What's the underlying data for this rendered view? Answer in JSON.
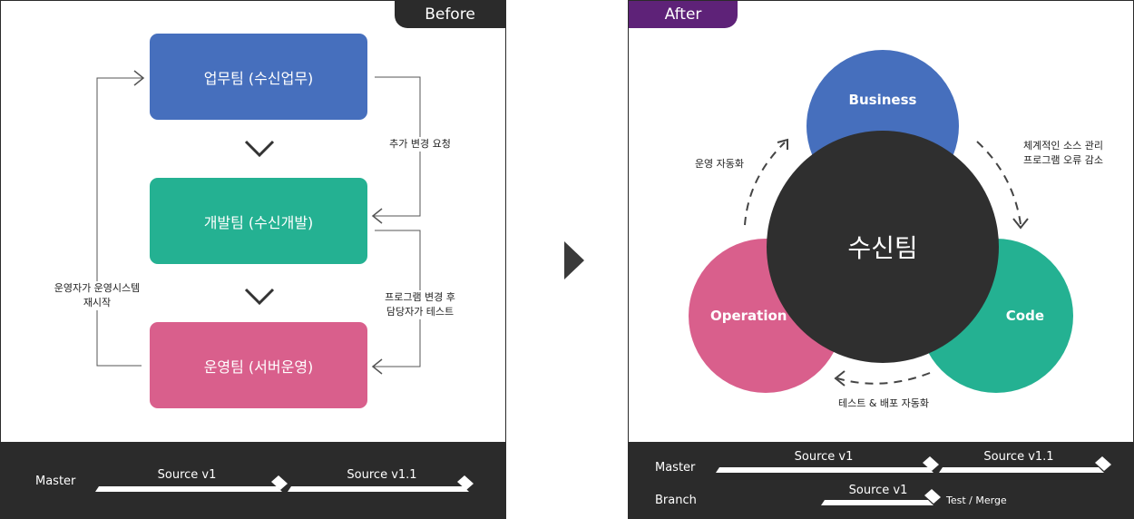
{
  "before": {
    "tag": "Before",
    "boxes": {
      "business": "업무팀 (수신업무)",
      "dev": "개발팀 (수신개발)",
      "ops": "운영팀 (서버운영)"
    },
    "labels": {
      "request": "추가 변경 요청",
      "test_line1": "프로그램 변경 후",
      "test_line2": "담당자가 테스트",
      "restart_line1": "운영자가 운영시스템",
      "restart_line2": "재시작"
    },
    "footer": {
      "master_label": "Master",
      "source_v1": "Source v1",
      "source_v11": "Source v1.1"
    }
  },
  "after": {
    "tag": "After",
    "center": "수신팀",
    "circles": {
      "business": "Business",
      "code": "Code",
      "operation": "Operation"
    },
    "labels": {
      "right_line1": "체계적인 소스 관리",
      "right_line2": "프로그램 오류 감소",
      "left": "운영 자동화",
      "bottom": "테스트 & 배포 자동화"
    },
    "footer": {
      "master_label": "Master",
      "branch_label": "Branch",
      "source_v1": "Source v1",
      "source_v11": "Source v1.1",
      "branch_source": "Source v1",
      "test_merge": "Test / Merge"
    }
  },
  "colors": {
    "business_blue": "#466fbd",
    "dev_green": "#24b192",
    "ops_pink": "#d95f8c",
    "center_dark": "#2f2f2f",
    "after_purple": "#5e2278"
  },
  "icons": {
    "transition": "triangle-right-icon",
    "flow": "chevron-down-icon"
  }
}
